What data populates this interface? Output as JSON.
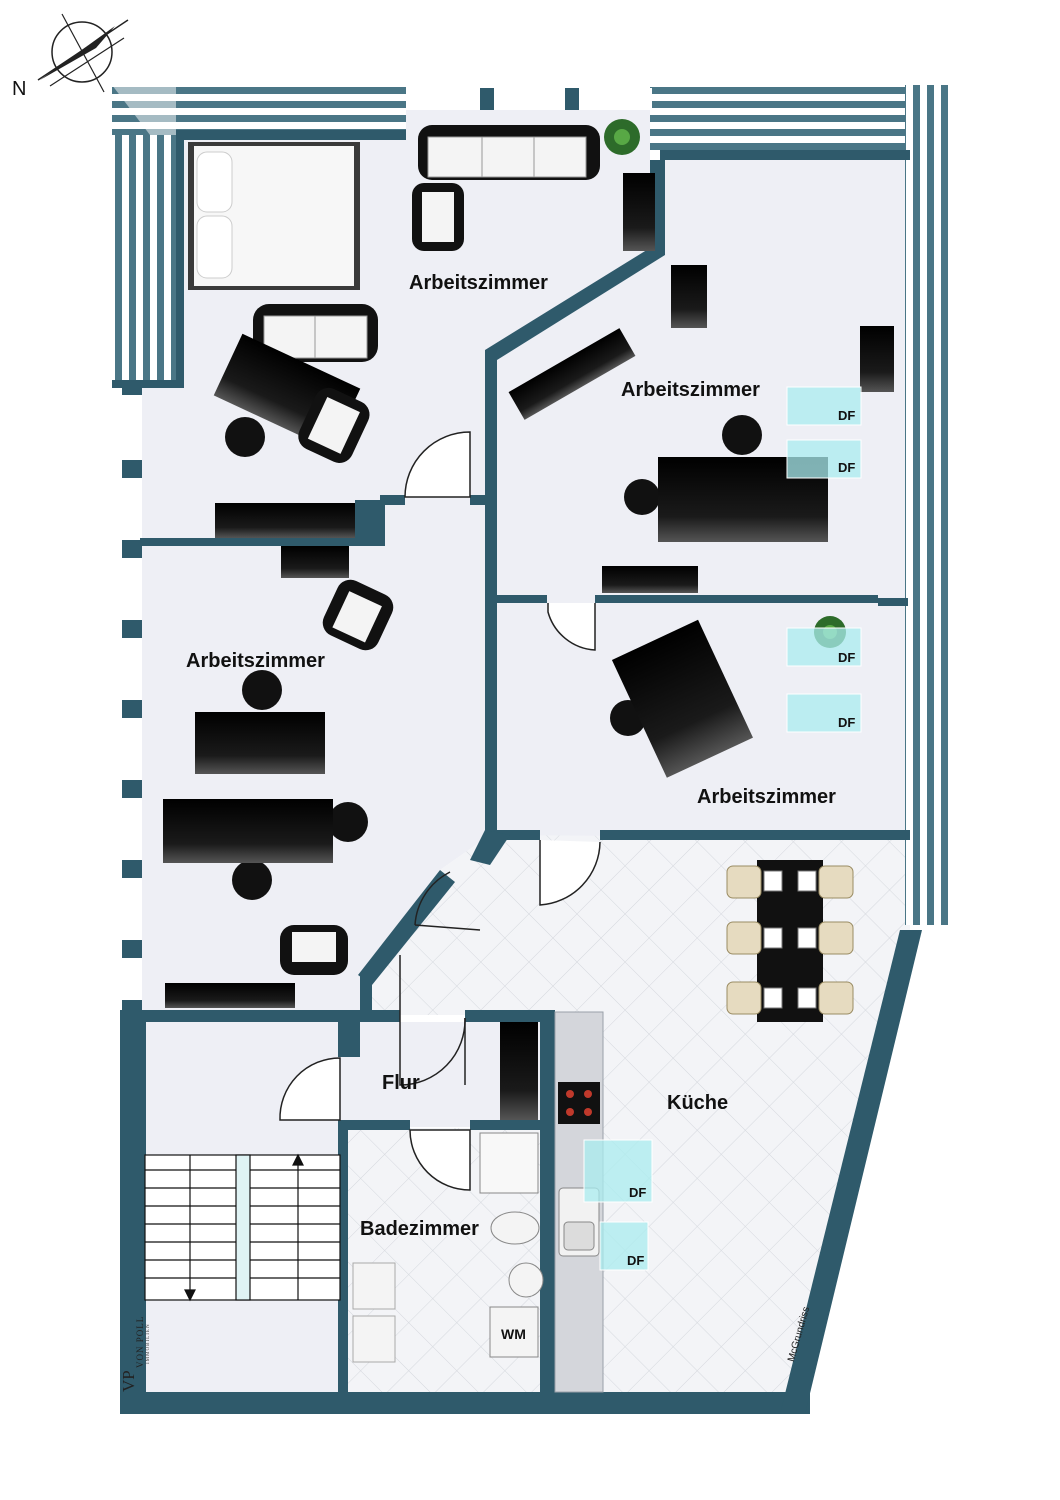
{
  "compass": {
    "north_label": "N"
  },
  "rooms": {
    "office_top": "Arbeitszimmer",
    "office_right_top": "Arbeitszimmer",
    "office_left": "Arbeitszimmer",
    "office_right_bottom": "Arbeitszimmer",
    "kitchen": "Küche",
    "hallway": "Flur",
    "bathroom": "Badezimmer"
  },
  "skylight_labels": [
    "DF",
    "DF",
    "DF",
    "DF",
    "DF",
    "DF"
  ],
  "appliance_labels": {
    "washing_machine": "WM"
  },
  "logo": {
    "monogram": "VP",
    "name": "VON POLL",
    "subtitle": "IMMOBILIEN"
  },
  "credit": "McGrundriss",
  "colors": {
    "wall": "#2f5a6b",
    "floor": "#eeeff5",
    "tile": "#f4f5f8",
    "furniture": "#111111",
    "skylight": "#a9ecef"
  }
}
